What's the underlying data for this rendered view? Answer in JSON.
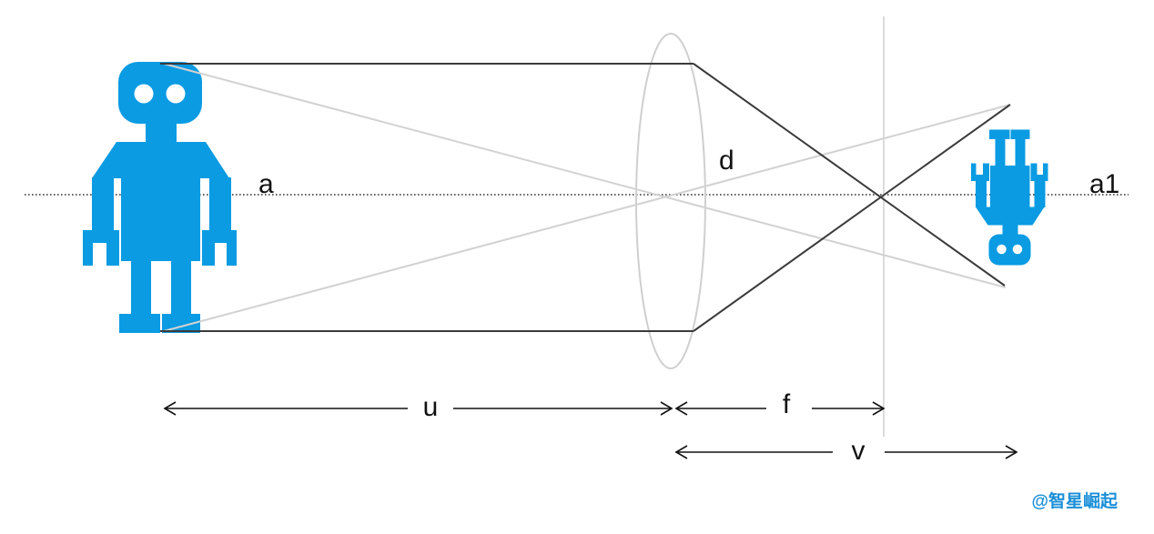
{
  "labels": {
    "object_height": "a",
    "image_height": "a1",
    "aperture": "d",
    "object_distance": "u",
    "focal_length": "f",
    "image_distance": "v"
  },
  "watermark": "@智星崛起",
  "icons": {
    "object": "robot-upright-icon",
    "image": "robot-inverted-icon",
    "lens": "convex-lens-icon"
  },
  "colors": {
    "robot": "#0a9be3",
    "dark_ray": "#3a3a3a",
    "light_ray": "#d2d2d2",
    "lens": "#cfcfcf",
    "axis": "#333333",
    "watermark": "#1a8fd8"
  }
}
